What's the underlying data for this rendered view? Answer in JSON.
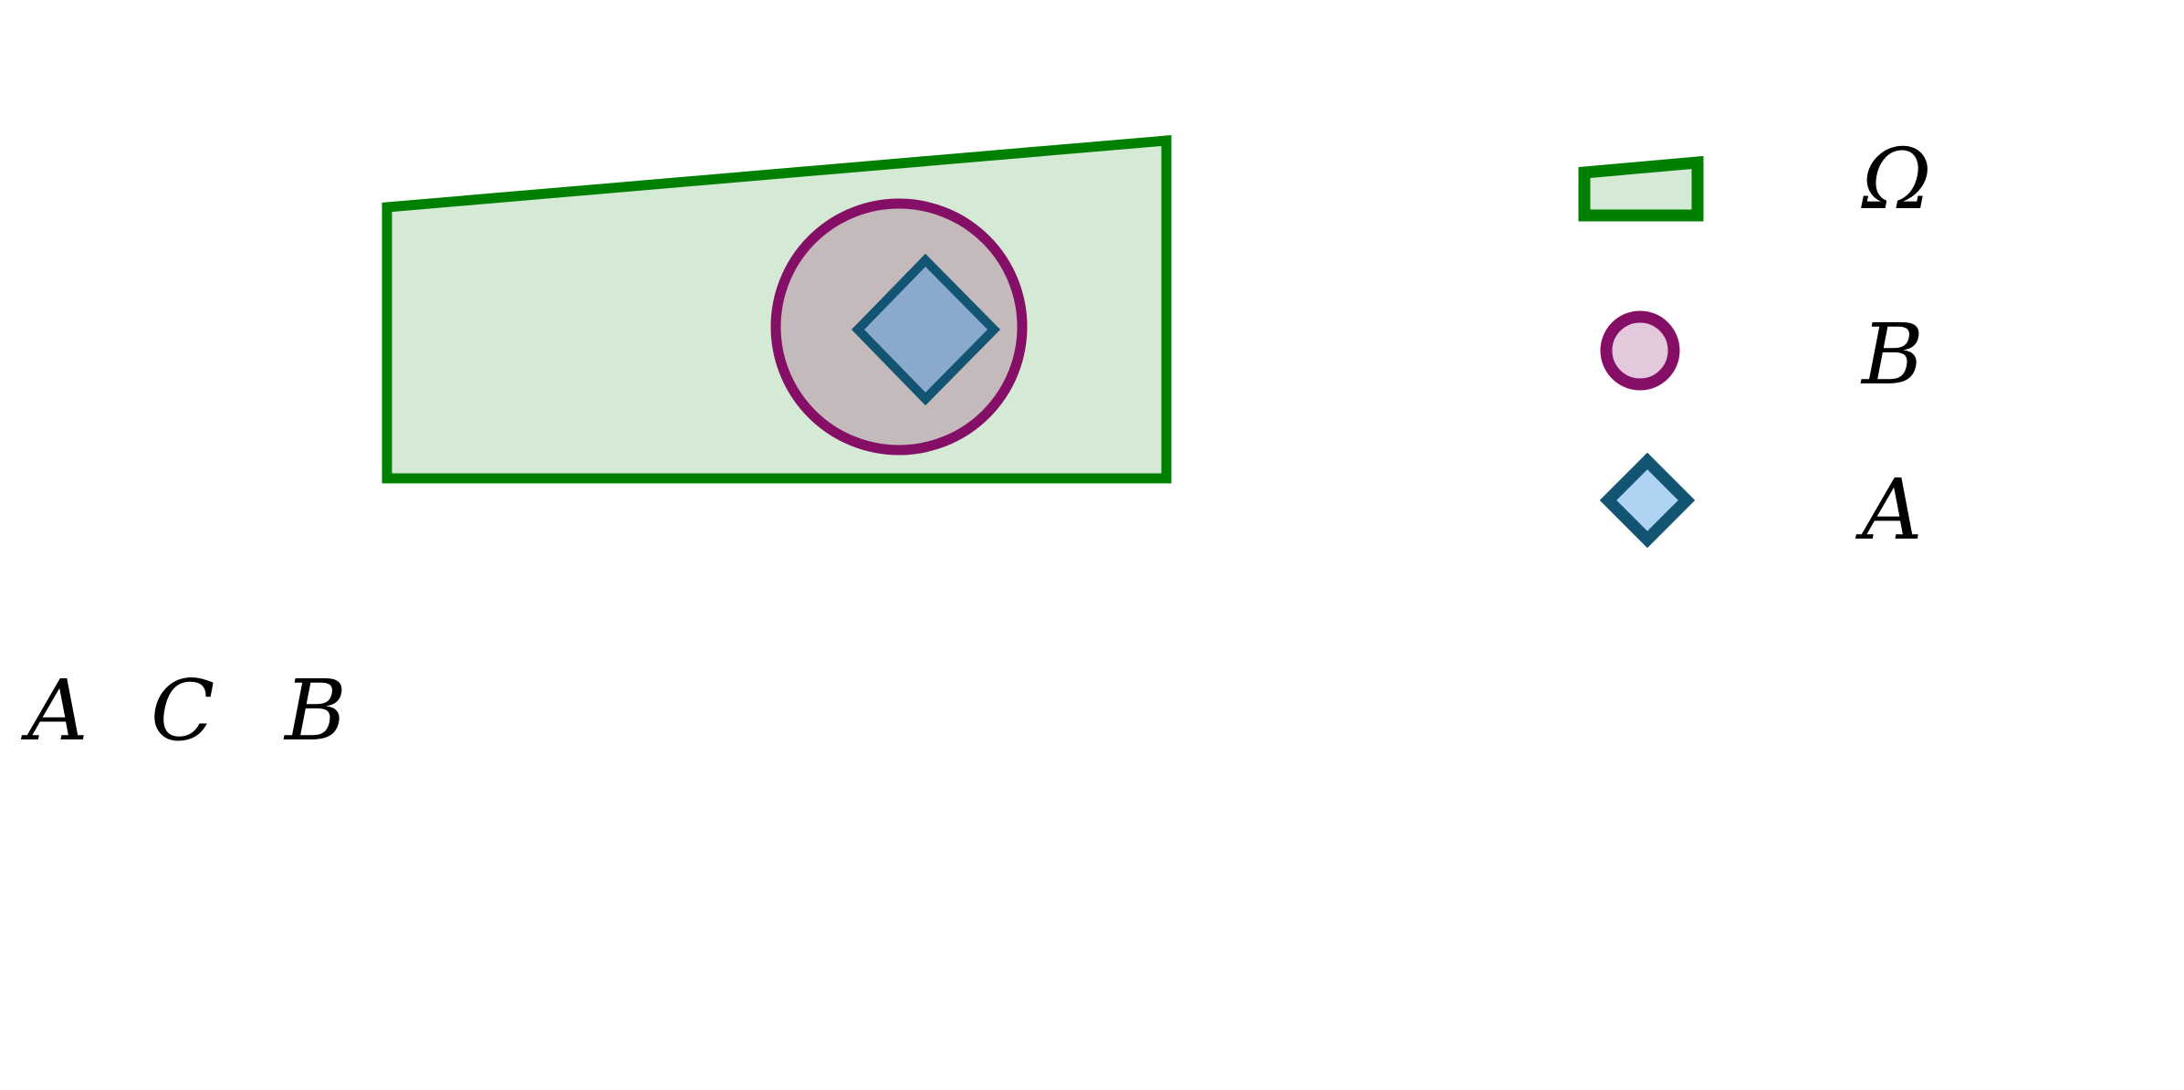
{
  "colors": {
    "quad_stroke": "#008000",
    "quad_fill": "#d5ead5",
    "circle_stroke": "#850f67",
    "circle_fill_main": "#c4b9bb",
    "circle_fill_legend": "#e2c9dc",
    "diamond_stroke": "#135473",
    "diamond_fill_main": "#8aaacd",
    "diamond_fill_legend": "#aed3f3"
  },
  "legend": [
    {
      "shape": "quadrilateral",
      "label": "Ω"
    },
    {
      "shape": "circle",
      "label": "B"
    },
    {
      "shape": "diamond",
      "label": "A"
    }
  ],
  "answer": {
    "letters": [
      "A",
      "C",
      "B"
    ]
  }
}
